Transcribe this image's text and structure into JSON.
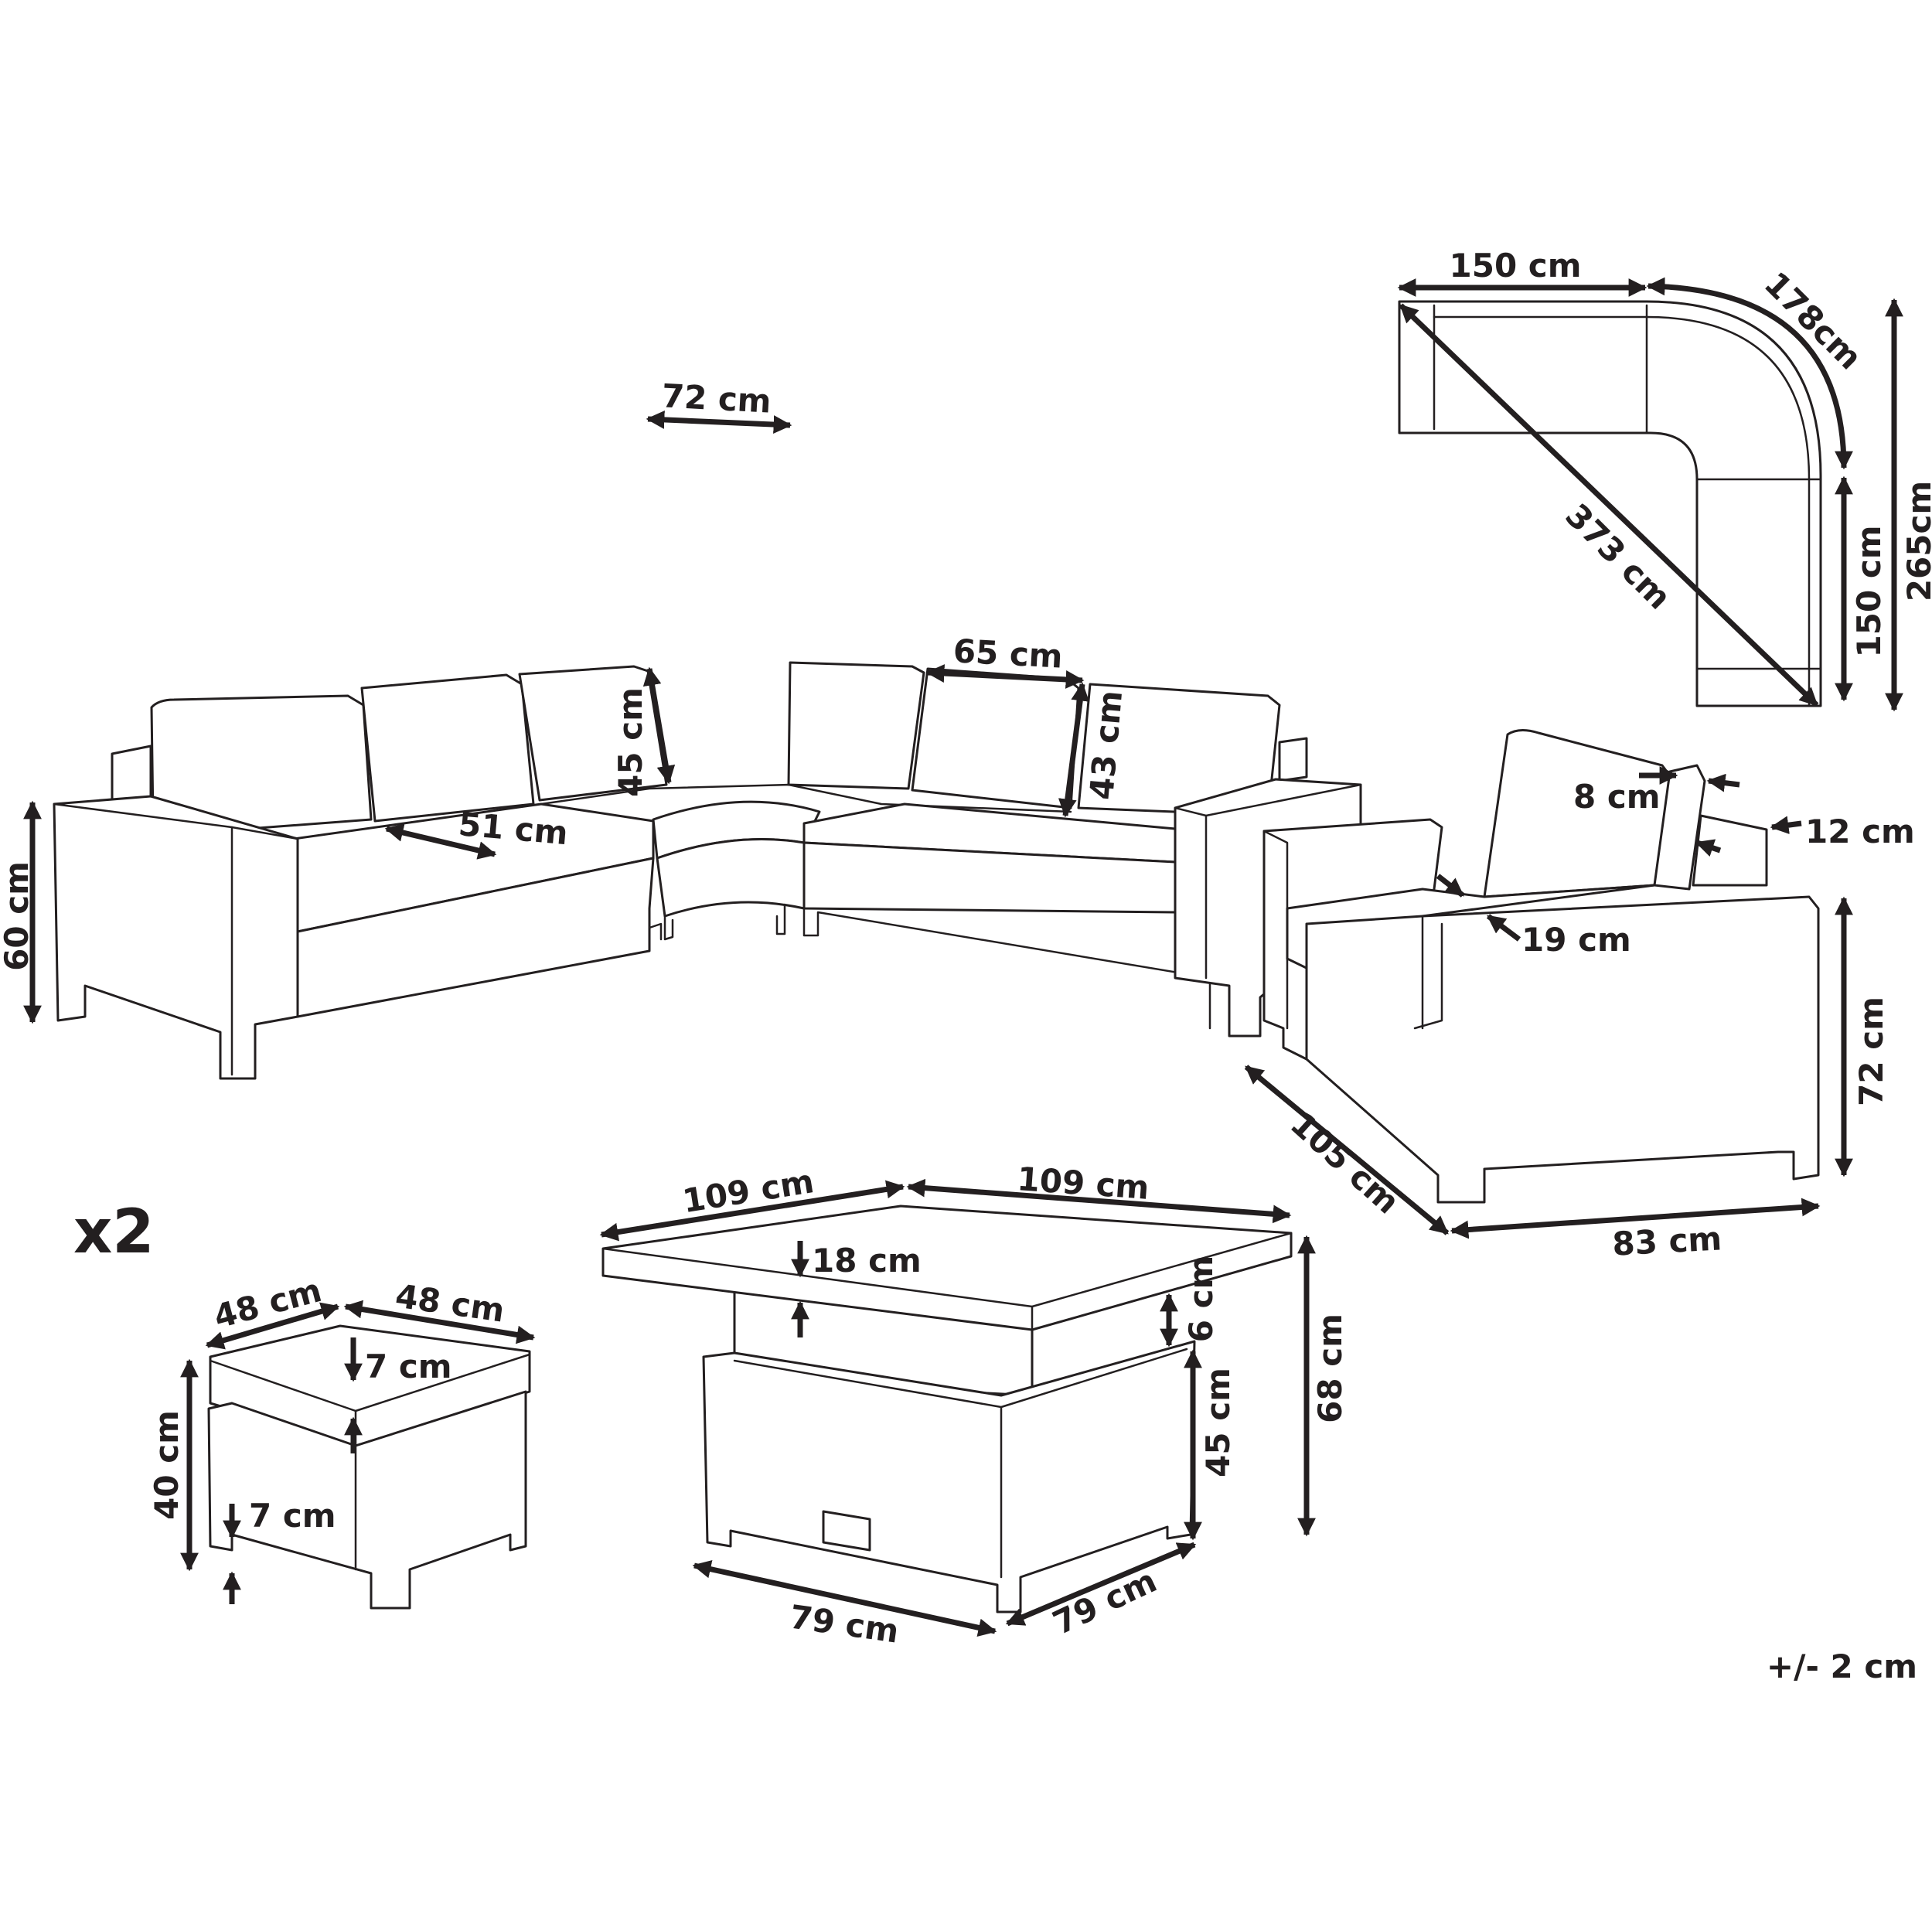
{
  "sofa": {
    "height": "60 cm",
    "seat_depth": "51 cm",
    "corner_width": "72 cm",
    "back_height_corner": "45 cm",
    "cushion_width": "65 cm",
    "back_height": "43 cm"
  },
  "plan": {
    "side_a": "150 cm",
    "arc": "178cm",
    "side_b": "150 cm",
    "overall": "265cm",
    "diagonal": "373 cm"
  },
  "armchair": {
    "cushion_thickness": "8 cm",
    "back_offset": "12 cm",
    "arm_width": "19 cm",
    "height": "72 cm",
    "depth": "105 cm",
    "width": "83 cm"
  },
  "table": {
    "top_left": "109 cm",
    "top_right": "109 cm",
    "top_thickness": "18 cm",
    "gap": "6 cm",
    "base_height": "45 cm",
    "height": "68 cm",
    "base_left": "79 cm",
    "base_right": "79 cm"
  },
  "ottoman": {
    "quantity": "x2",
    "width_a": "48 cm",
    "width_b": "48 cm",
    "cushion": "7 cm",
    "height": "40 cm",
    "leg": "7 cm"
  },
  "tolerance": "+/- 2 cm",
  "colors": {
    "line": "#231f20",
    "background": "#ffffff"
  }
}
